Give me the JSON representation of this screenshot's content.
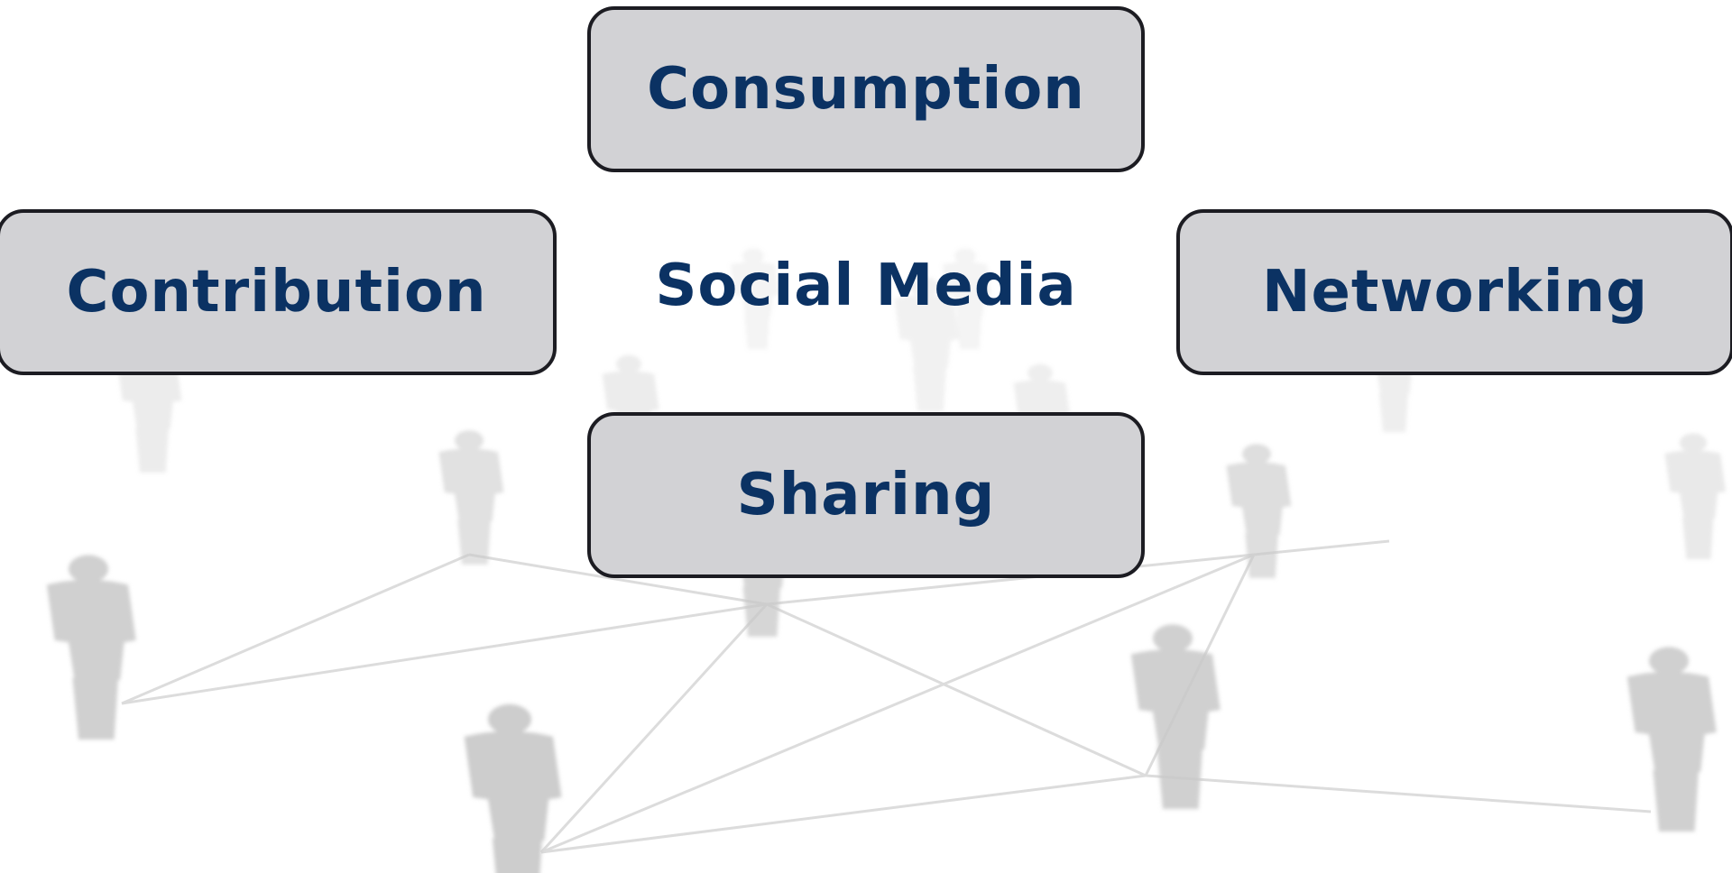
{
  "diagram": {
    "center_label": "Social Media",
    "nodes": {
      "top": "Consumption",
      "left": "Contribution",
      "right": "Networking",
      "bottom": "Sharing"
    }
  },
  "colors": {
    "text": "#0b3263",
    "box_fill": "#d2d2d5",
    "box_border": "#1c1c22",
    "background_figures": "#c8c8c8",
    "network_lines": "#dcdcdc"
  },
  "background": {
    "icon": "people-network-icon"
  }
}
